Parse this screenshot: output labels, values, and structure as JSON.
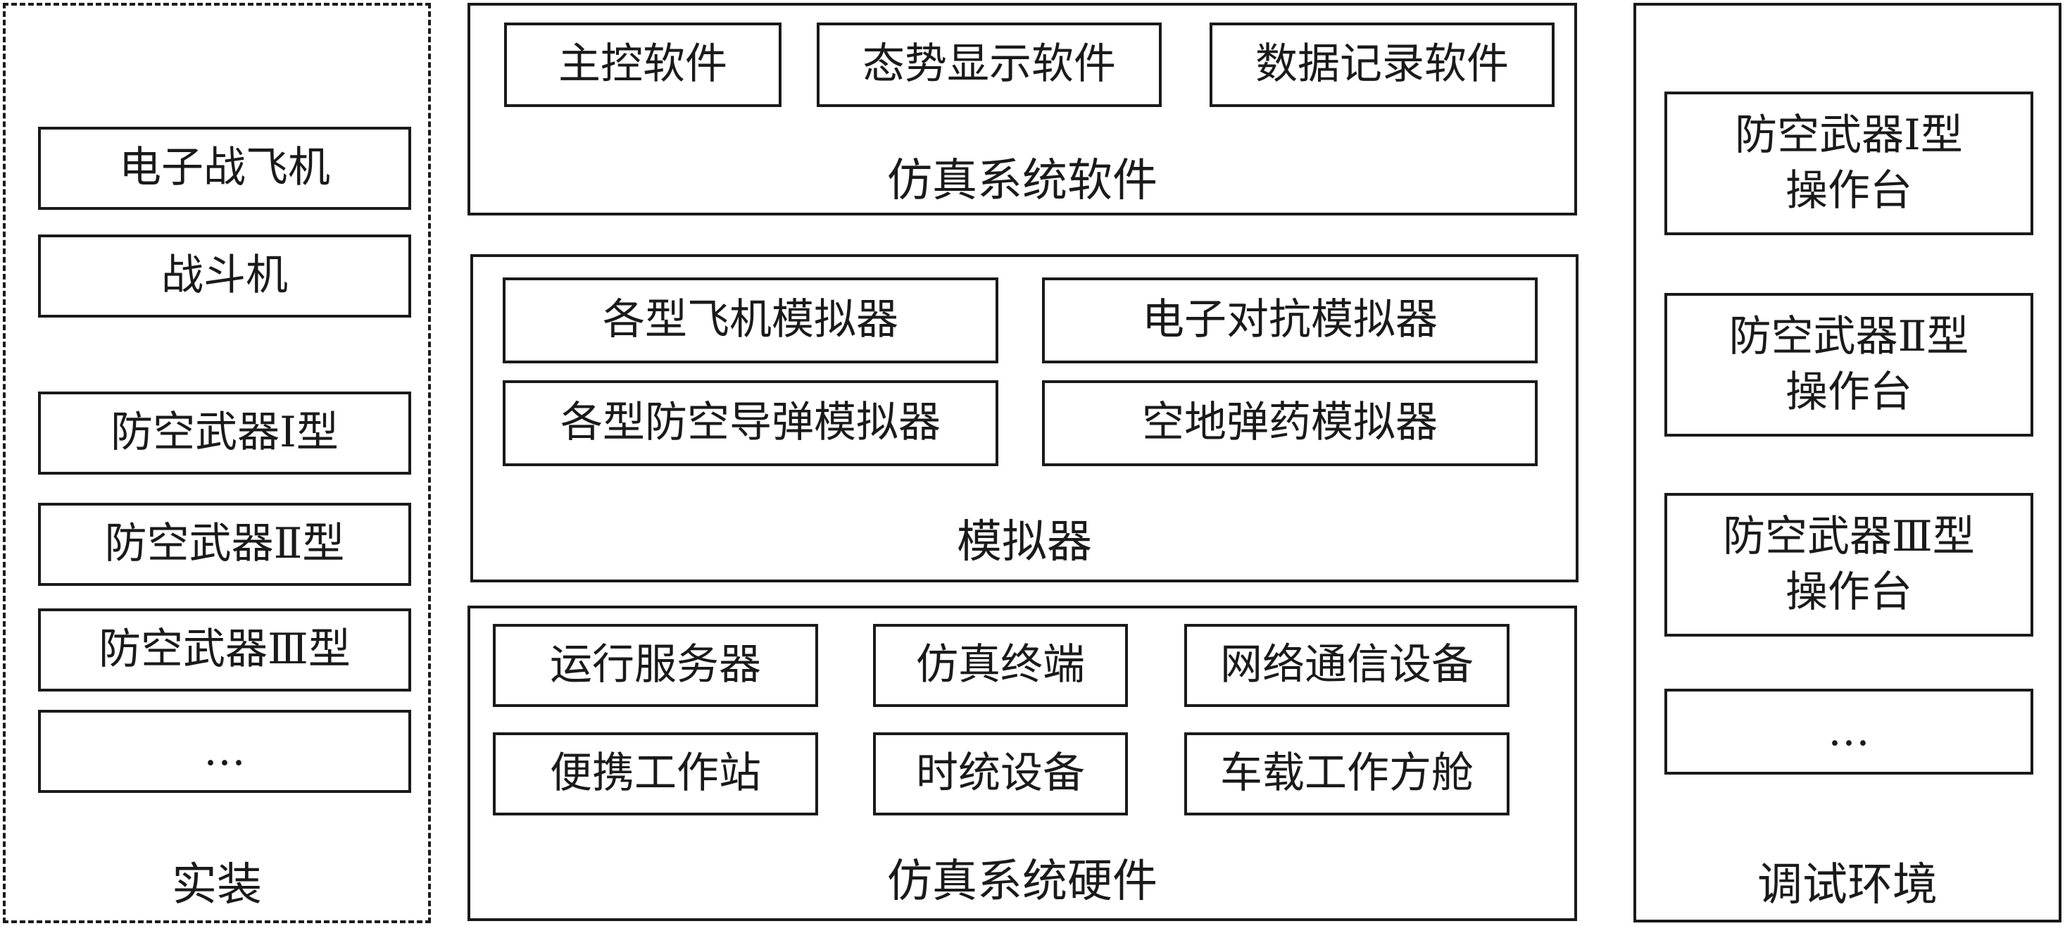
{
  "equipment": {
    "title": "实装",
    "items": [
      "电子战飞机",
      "战斗机",
      "防空武器Ⅰ型",
      "防空武器Ⅱ型",
      "防空武器Ⅲ型",
      "…"
    ]
  },
  "software": {
    "title": "仿真系统软件",
    "items": [
      "主控软件",
      "态势显示软件",
      "数据记录软件"
    ]
  },
  "simulator": {
    "title": "模拟器",
    "items": [
      "各型飞机模拟器",
      "电子对抗模拟器",
      "各型防空导弹模拟器",
      "空地弹药模拟器"
    ]
  },
  "hardware": {
    "title": "仿真系统硬件",
    "items": [
      "运行服务器",
      "仿真终端",
      "网络通信设备",
      "便携工作站",
      "时统设备",
      "车载工作方舱"
    ]
  },
  "debug": {
    "title": "调试环境",
    "items": [
      {
        "line1": "防空武器Ⅰ型",
        "line2": "操作台"
      },
      {
        "line1": "防空武器Ⅱ型",
        "line2": "操作台"
      },
      {
        "line1": "防空武器Ⅲ型",
        "line2": "操作台"
      },
      {
        "line1": "…",
        "line2": ""
      }
    ]
  }
}
